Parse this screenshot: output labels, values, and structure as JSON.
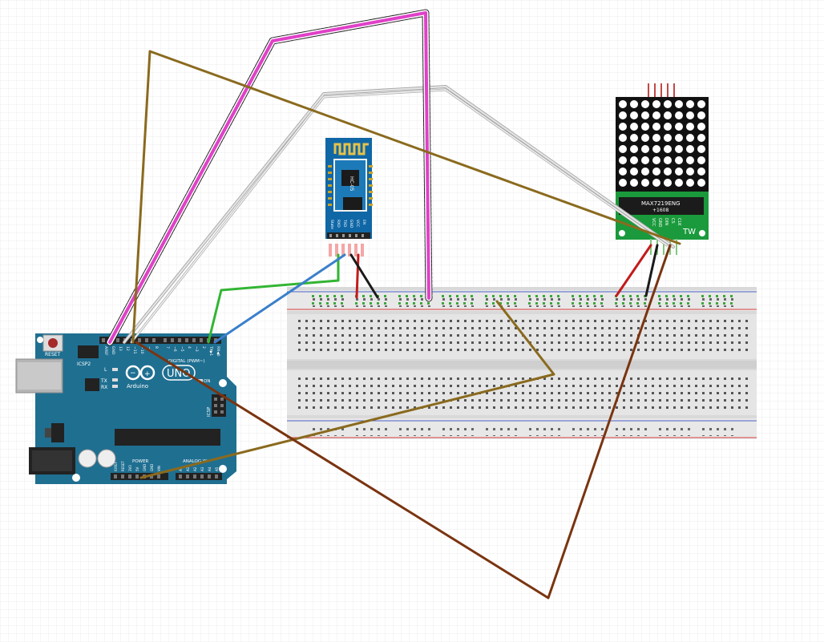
{
  "arduino": {
    "reset_label": "RESET",
    "icsp2_label": "ICSP2",
    "icsp_label": "ICSP",
    "tx_label": "TX",
    "rx_label": "RX",
    "l_label": "L",
    "uno_label": "UNO",
    "brand_label": "Arduino",
    "on_label": "ON",
    "digital_label": "DIGITAL (PWM~)",
    "power_label": "POWER",
    "analog_label": "ANALOG IN",
    "digital_pins": [
      "AREF",
      "GND",
      "13",
      "12",
      "~11",
      "~10",
      "~9",
      "8",
      "7",
      "~6",
      "~5",
      "4",
      "~3",
      "2",
      "TX▶1",
      "RX◀0"
    ],
    "power_pins": [
      "IOREF",
      "RESET",
      "3V3",
      "5V",
      "GND",
      "GND",
      "VIN"
    ],
    "analog_pins": [
      "A0",
      "A1",
      "A2",
      "A3",
      "A4",
      "A5"
    ]
  },
  "bluetooth": {
    "model": "HC-05",
    "pins": [
      "State",
      "RXD",
      "TXD",
      "GND",
      "VCC",
      "EN"
    ]
  },
  "matrix": {
    "chip_line1": "MAX7219ENG",
    "chip_line2": "+1608",
    "brand": "TW",
    "pins": [
      "VCC",
      "GND",
      "DIN",
      "CS",
      "CLK"
    ]
  },
  "colors": {
    "board_blue": "#1f6f91",
    "board_green": "#1a9a3c",
    "bt_blue": "#0f67a6",
    "wire_magenta": "#e040c8",
    "wire_gold": "#8a6a1e",
    "wire_brown": "#7a3410",
    "wire_white": "#e6e6e6",
    "wire_green": "#33b533",
    "wire_blue": "#3a7fcc",
    "wire_red": "#c21b1b",
    "wire_black": "#1a1a1a"
  }
}
